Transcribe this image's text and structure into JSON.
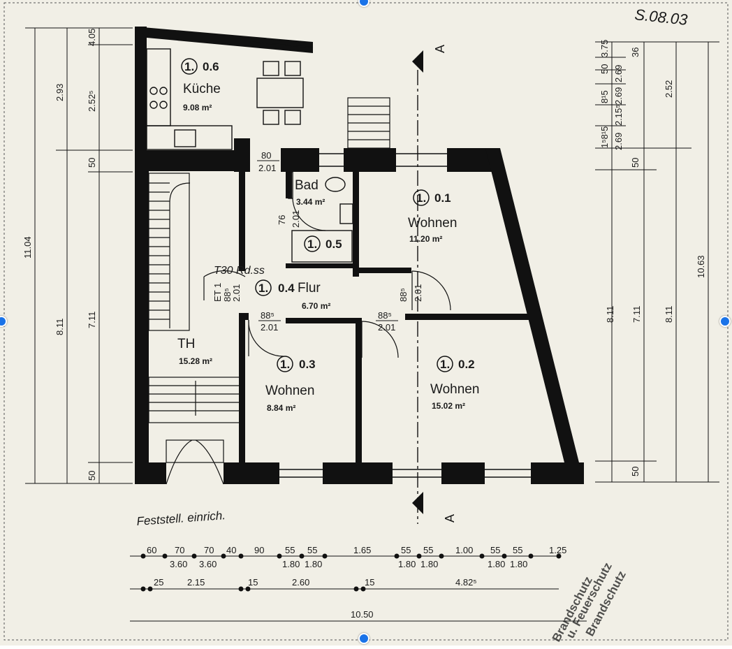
{
  "plan": {
    "date_note": "S.08.03",
    "section_marks": [
      "A",
      "A"
    ],
    "handwritten": {
      "door_note": "T30 Rd.ss",
      "bottom_note": "Feststell. einrich."
    },
    "stamp": [
      "Brandschutz",
      "u. Feuerschutz",
      "Brandschutz"
    ],
    "rooms": [
      {
        "num": "1.",
        "id": "0.6",
        "name": "Küche",
        "area": "9.08 m²"
      },
      {
        "num": "1.",
        "id": "0.5",
        "name": "",
        "area": ""
      },
      {
        "num": "",
        "id": "",
        "name": "Bad",
        "area": "3.44 m²"
      },
      {
        "num": "1.",
        "id": "0.1",
        "name": "Wohnen",
        "area": "11.20 m²"
      },
      {
        "num": "1.",
        "id": "0.4",
        "name": "Flur",
        "area": "6.70 m²"
      },
      {
        "num": "",
        "id": "",
        "name": "TH",
        "area": "15.28 m²"
      },
      {
        "num": "1.",
        "id": "0.3",
        "name": "Wohnen",
        "area": "8.84 m²"
      },
      {
        "num": "1.",
        "id": "0.2",
        "name": "Wohnen",
        "area": "15.02 m²"
      }
    ],
    "door_dims": {
      "kitchen_top": "80",
      "kitchen_bot": "2.01",
      "bad_top": "76",
      "bad_bot": "2.01",
      "et": "ET 1",
      "th_top": "88⁵",
      "th_bot": "2.01",
      "flur1_top": "88⁵",
      "flur1_bot": "2.01",
      "flur2_top": "88⁵",
      "flur2_bot": "2.01",
      "flur3_top": "88⁵",
      "flur3_bot": "2.01"
    },
    "left_dims": {
      "outer": [
        "11.04"
      ],
      "mid": [
        "2.93",
        "8.11"
      ],
      "inner": [
        "4.05",
        "2.52⁵",
        "50",
        "7.11",
        "50"
      ]
    },
    "right_dims": {
      "a": [
        "3.75",
        "36",
        "50",
        "8¹5",
        "1⁵8¹5",
        "50",
        "8.11",
        "50"
      ],
      "b": [
        "2.69",
        "2.69",
        "2.15⁵",
        "2.69"
      ],
      "c": [
        "7.11"
      ],
      "d": [
        "2.52",
        "8.11"
      ],
      "e": [
        "10.63"
      ]
    },
    "bottom_dims": {
      "row1": [
        "60",
        "70",
        "70",
        "40",
        "90",
        "55",
        "55",
        "1.65",
        "55",
        "55",
        "1.00",
        "55",
        "55",
        "1.25"
      ],
      "row1_sub": [
        "3.60",
        "3.60",
        "1.80",
        "1.80",
        "1.80",
        "1.80",
        "1.80",
        "1.80"
      ],
      "row2": [
        "25",
        "2.15",
        "15",
        "2.60",
        "15",
        "4.82⁵"
      ],
      "row3": [
        "10.50"
      ]
    }
  }
}
